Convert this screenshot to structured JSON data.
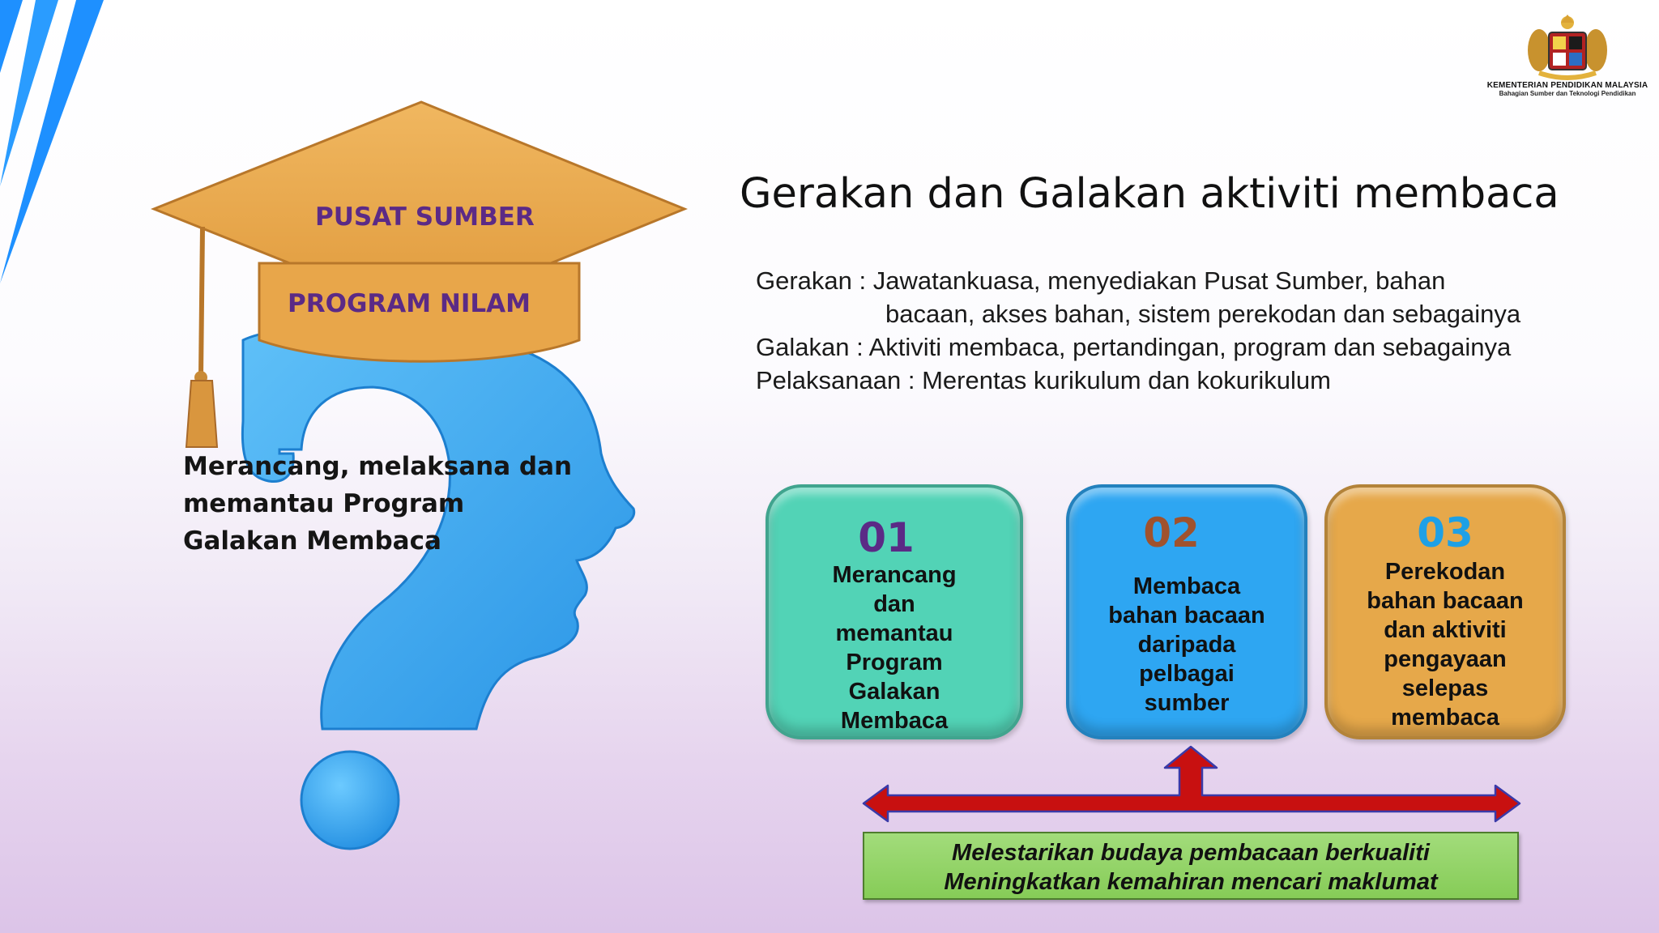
{
  "title": "Gerakan dan Galakan aktiviti membaca",
  "description": {
    "line1": "Gerakan : Jawatankuasa, menyediakan Pusat Sumber,    bahan",
    "line1_cont": "bacaan, akses bahan, sistem perekodan dan sebagainya",
    "line2": "Galakan : Aktiviti membaca, pertandingan, program dan sebagainya",
    "line3": "Pelaksanaan : Merentas kurikulum dan kokurikulum"
  },
  "cap": {
    "line1": "PUSAT SUMBER",
    "line2": "PROGRAM NILAM"
  },
  "head_caption": {
    "line1": "Merancang, melaksana dan",
    "line2": "memantau Program",
    "line3": "Galakan Membaca"
  },
  "boxes": [
    {
      "num": "01",
      "num_color": "#5b2a86",
      "bg": "#52d3b6",
      "lines": [
        "Merancang",
        "dan",
        "memantau",
        "Program",
        "Galakan",
        "Membaca"
      ]
    },
    {
      "num": "02",
      "num_color": "#a0522d",
      "bg": "#2ea6f2",
      "lines": [
        "Membaca",
        "bahan bacaan",
        "daripada",
        "pelbagai",
        "sumber"
      ]
    },
    {
      "num": "03",
      "num_color": "#1ea0e6",
      "bg": "#e6a84a",
      "lines": [
        "Perekodan",
        "bahan bacaan",
        "dan aktiviti",
        "pengayaan",
        "selepas",
        "membaca"
      ]
    }
  ],
  "banner": {
    "line1": "Melestarikan budaya pembacaan berkualiti",
    "line2": "Meningkatkan kemahiran mencari maklumat"
  },
  "logo": {
    "ministry": "KEMENTERIAN PENDIDIKAN MALAYSIA",
    "division": "Bahagian Sumber dan Teknologi Pendidikan"
  },
  "colors": {
    "cap": "#e8a64a",
    "head": "#36a8ee",
    "corner_stripes": "#1e90ff",
    "arrow": "#c81010"
  }
}
